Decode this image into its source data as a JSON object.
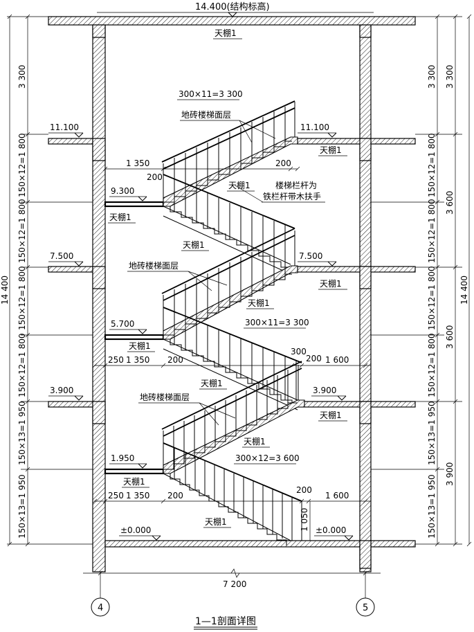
{
  "title": "1—1剖面详图",
  "top_label": "14.400(结构标高)",
  "axes": {
    "left": "4",
    "right": "5"
  },
  "overall": {
    "width": "7 200",
    "height": "14 400"
  },
  "floor_levels": [
    {
      "label": "11.100",
      "side": "both"
    },
    {
      "label": "7.500",
      "side": "both"
    },
    {
      "label": "3.900",
      "side": "both"
    },
    {
      "label": "±0.000",
      "side": "both"
    }
  ],
  "landing_levels": [
    "9.300",
    "5.700",
    "1.950"
  ],
  "left_dims": [
    "3 300",
    "150×12=1 800",
    "150×12=1 800",
    "150×12=1 800",
    "150×12=1 800",
    "150×13=1 950",
    "150×13=1 950"
  ],
  "right_dims_outer": [
    "3 300",
    "150×12=1 800",
    "150×12=1 800",
    "150×12=1 800",
    "150×12=1 800",
    "150×13=1 950",
    "150×13=1 950"
  ],
  "right_dims_inner": [
    "3 300",
    "3 600",
    "3 600",
    "3 900"
  ],
  "ceiling_label": "天棚1",
  "finish_label": "地砖楼梯面层",
  "rail_note": [
    "楼梯栏杆为",
    "铁栏杆带木扶手"
  ],
  "run_dims": {
    "upper": "300×11=3 300",
    "middle": "300×11=3 300",
    "lower": "300×12=3 600"
  },
  "horizontal_dims": {
    "upper_landing": "1 350",
    "upper_gap": "200",
    "upper_small": "200",
    "mid_left": "250",
    "mid_landing": "1 350",
    "mid_gap": "200",
    "mid_300": "300",
    "mid_200": "200",
    "mid_right": "1 600",
    "low_left": "250",
    "low_landing": "1 350",
    "low_gap": "200",
    "low_200": "200",
    "low_right": "1 600",
    "low_riser": "1 050"
  }
}
